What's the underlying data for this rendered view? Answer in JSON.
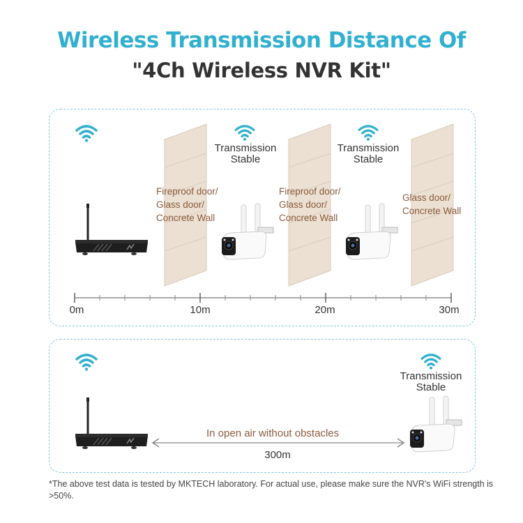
{
  "header": {
    "title_line1": "Wireless Transmission Distance Of",
    "title_line2": "\"4Ch Wireless NVR Kit\""
  },
  "panel_top": {
    "walls": [
      {
        "label_line1": "Fireproof door/",
        "label_line2": "Glass door/",
        "label_line3": "Concrete Wall"
      },
      {
        "label_line1": "Fireproof door/",
        "label_line2": "Glass door/",
        "label_line3": "Concrete Wall"
      },
      {
        "label_line1": "Glass door/",
        "label_line2": "Concrete Wall",
        "label_line3": ""
      }
    ],
    "cameras": [
      {
        "status_line1": "Transmission",
        "status_line2": "Stable"
      },
      {
        "status_line1": "Transmission",
        "status_line2": "Stable"
      }
    ],
    "scale": [
      "0m",
      "10m",
      "20m",
      "30m"
    ]
  },
  "panel_bottom": {
    "camera": {
      "status_line1": "Transmission",
      "status_line2": "Stable"
    },
    "open_air_label": "In open air without obstacles",
    "distance": "300m"
  },
  "footnote": "*The above test data is tested by MKTECH laboratory. For actual use, please make sure the NVR's WiFi strength is >50%.",
  "colors": {
    "accent": "#32b0cf",
    "title_dark": "#333333",
    "wall_label": "#8a5a3c",
    "panel_border": "#7cc8dc"
  }
}
